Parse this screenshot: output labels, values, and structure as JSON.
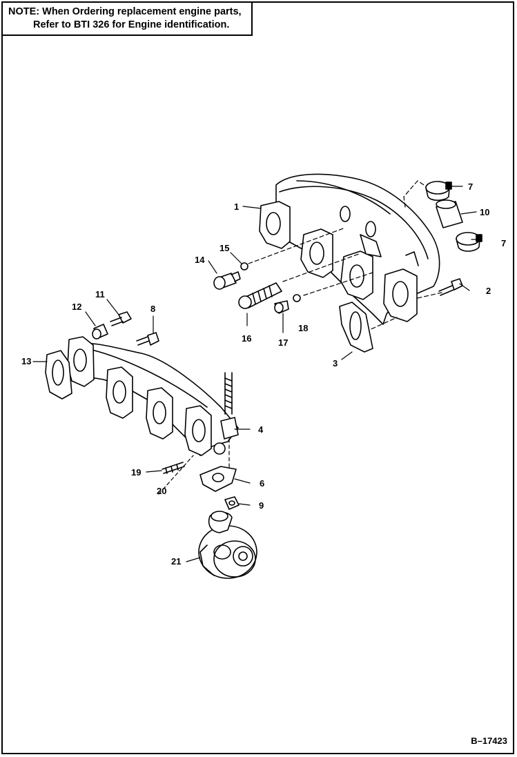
{
  "note": {
    "prefix": "NOTE:",
    "line1": "When Ordering replacement engine parts,",
    "line2": "Refer to BTI 326 for Engine identification."
  },
  "callouts": {
    "c1": "1",
    "c2": "2",
    "c3": "3",
    "c4": "4",
    "c6": "6",
    "c7a": "7",
    "c7b": "7",
    "c8": "8",
    "c9": "9",
    "c10": "10",
    "c11": "11",
    "c12": "12",
    "c13": "13",
    "c14": "14",
    "c15": "15",
    "c16": "16",
    "c17": "17",
    "c18": "18",
    "c19": "19",
    "c20": "20",
    "c21": "21"
  },
  "document_number": "B–17423"
}
